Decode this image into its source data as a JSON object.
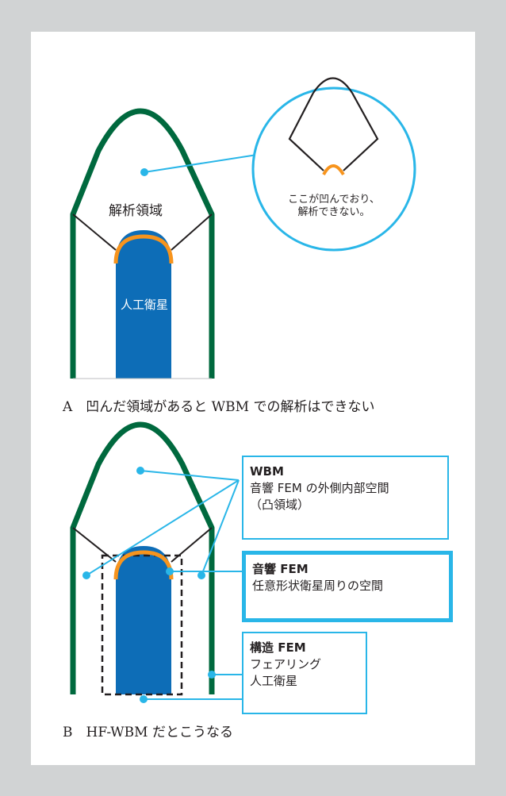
{
  "diagram_a": {
    "region_label": "解析領域",
    "satellite_label": "人工衛星",
    "zoom_note_line1": "ここが凹んでおり、",
    "zoom_note_line2": "解析できない。",
    "caption": "A　凹んだ領域があると WBM での解析はできない"
  },
  "diagram_b": {
    "boxes": [
      {
        "title": "WBM",
        "lines": [
          "音響 FEM の外側内部空間",
          "（凸領域）"
        ]
      },
      {
        "title": "音響 FEM",
        "lines": [
          "任意形状衛星周りの空間"
        ]
      },
      {
        "title": "構造 FEM",
        "lines": [
          "フェアリング",
          "人工衛星"
        ]
      }
    ],
    "caption": "B　HF-WBM だとこうなる"
  },
  "colors": {
    "fairing": "#00693e",
    "satellite": "#0d6db7",
    "concave": "#f7941d",
    "callout": "#29b6e8",
    "background": "#d1d3d4"
  }
}
